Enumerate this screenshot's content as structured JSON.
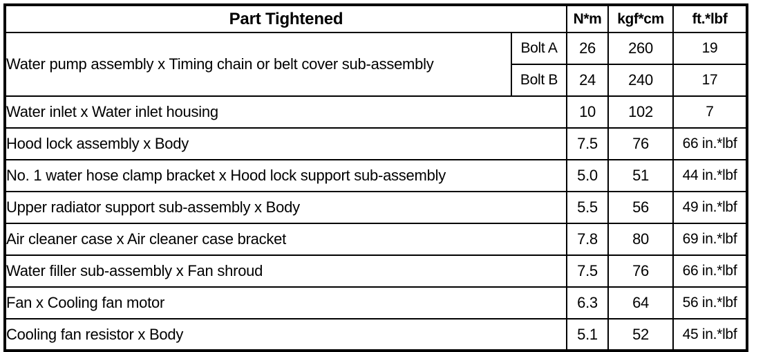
{
  "table": {
    "title_header": "Part Tightened",
    "unit_headers": [
      "N*m",
      "kgf*cm",
      "ft.*lbf"
    ],
    "rows": [
      {
        "part": "Water pump assembly x Timing chain or belt cover sub-assembly",
        "split": true,
        "sub": [
          {
            "label": "Bolt A",
            "nm": "26",
            "kgf": "260",
            "ftlbf": "19"
          },
          {
            "label": "Bolt B",
            "nm": "24",
            "kgf": "240",
            "ftlbf": "17"
          }
        ]
      },
      {
        "part": "Water inlet x Water inlet housing",
        "split": false,
        "label": "",
        "nm": "10",
        "kgf": "102",
        "ftlbf": "7"
      },
      {
        "part": "Hood lock assembly x Body",
        "split": false,
        "label": "",
        "nm": "7.5",
        "kgf": "76",
        "ftlbf": "66 in.*lbf"
      },
      {
        "part": "No. 1 water hose clamp bracket x Hood lock support sub-assembly",
        "split": false,
        "label": "",
        "nm": "5.0",
        "kgf": "51",
        "ftlbf": "44 in.*lbf"
      },
      {
        "part": "Upper radiator support sub-assembly x Body",
        "split": false,
        "label": "",
        "nm": "5.5",
        "kgf": "56",
        "ftlbf": "49 in.*lbf"
      },
      {
        "part": "Air cleaner case x Air cleaner case bracket",
        "split": false,
        "label": "",
        "nm": "7.8",
        "kgf": "80",
        "ftlbf": "69 in.*lbf"
      },
      {
        "part": "Water filler sub-assembly x Fan shroud",
        "split": false,
        "label": "",
        "nm": "7.5",
        "kgf": "76",
        "ftlbf": "66 in.*lbf"
      },
      {
        "part": "Fan x Cooling fan motor",
        "split": false,
        "label": "",
        "nm": "6.3",
        "kgf": "64",
        "ftlbf": "56 in.*lbf"
      },
      {
        "part": "Cooling fan resistor x Body",
        "split": false,
        "label": "",
        "nm": "5.1",
        "kgf": "52",
        "ftlbf": "45 in.*lbf"
      }
    ]
  },
  "colors": {
    "border": "#000000",
    "background": "#ffffff",
    "text": "#000000"
  }
}
